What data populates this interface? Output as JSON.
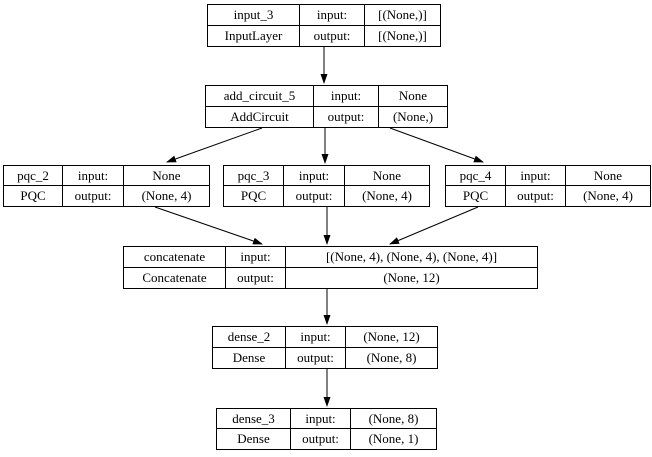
{
  "colors": {
    "border": "#000000",
    "text": "#000000",
    "background": "#ffffff"
  },
  "nodes": [
    {
      "name": "input_3",
      "type": "InputLayer",
      "input_label": "input:",
      "output_label": "output:",
      "input_value": "[(None,)]",
      "output_value": "[(None,)]"
    },
    {
      "name": "add_circuit_5",
      "type": "AddCircuit",
      "input_label": "input:",
      "output_label": "output:",
      "input_value": "None",
      "output_value": "(None,)"
    },
    {
      "name": "pqc_2",
      "type": "PQC",
      "input_label": "input:",
      "output_label": "output:",
      "input_value": "None",
      "output_value": "(None, 4)"
    },
    {
      "name": "pqc_3",
      "type": "PQC",
      "input_label": "input:",
      "output_label": "output:",
      "input_value": "None",
      "output_value": "(None, 4)"
    },
    {
      "name": "pqc_4",
      "type": "PQC",
      "input_label": "input:",
      "output_label": "output:",
      "input_value": "None",
      "output_value": "(None, 4)"
    },
    {
      "name": "concatenate",
      "type": "Concatenate",
      "input_label": "input:",
      "output_label": "output:",
      "input_value": "[(None, 4), (None, 4), (None, 4)]",
      "output_value": "(None, 12)"
    },
    {
      "name": "dense_2",
      "type": "Dense",
      "input_label": "input:",
      "output_label": "output:",
      "input_value": "(None, 12)",
      "output_value": "(None, 8)"
    },
    {
      "name": "dense_3",
      "type": "Dense",
      "input_label": "input:",
      "output_label": "output:",
      "input_value": "(None, 8)",
      "output_value": "(None, 1)"
    }
  ],
  "edges": [
    {
      "from": "input_3",
      "to": "add_circuit_5"
    },
    {
      "from": "add_circuit_5",
      "to": "pqc_2"
    },
    {
      "from": "add_circuit_5",
      "to": "pqc_3"
    },
    {
      "from": "add_circuit_5",
      "to": "pqc_4"
    },
    {
      "from": "pqc_2",
      "to": "concatenate"
    },
    {
      "from": "pqc_3",
      "to": "concatenate"
    },
    {
      "from": "pqc_4",
      "to": "concatenate"
    },
    {
      "from": "concatenate",
      "to": "dense_2"
    },
    {
      "from": "dense_2",
      "to": "dense_3"
    }
  ]
}
